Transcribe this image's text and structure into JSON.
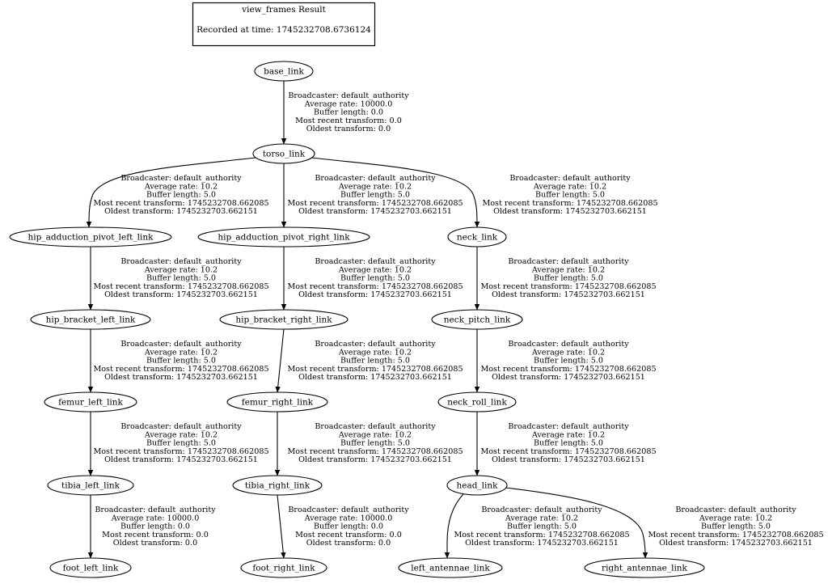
{
  "header": {
    "title": "view_frames Result",
    "recorded": "Recorded at time: 1745232708.6736124"
  },
  "nodes": [
    {
      "id": "base_link",
      "label": "base_link"
    },
    {
      "id": "torso_link",
      "label": "torso_link"
    },
    {
      "id": "hip_adduction_pivot_left_link",
      "label": "hip_adduction_pivot_left_link"
    },
    {
      "id": "hip_adduction_pivot_right_link",
      "label": "hip_adduction_pivot_right_link"
    },
    {
      "id": "neck_link",
      "label": "neck_link"
    },
    {
      "id": "hip_bracket_left_link",
      "label": "hip_bracket_left_link"
    },
    {
      "id": "hip_bracket_right_link",
      "label": "hip_bracket_right_link"
    },
    {
      "id": "neck_pitch_link",
      "label": "neck_pitch_link"
    },
    {
      "id": "femur_left_link",
      "label": "femur_left_link"
    },
    {
      "id": "femur_right_link",
      "label": "femur_right_link"
    },
    {
      "id": "neck_roll_link",
      "label": "neck_roll_link"
    },
    {
      "id": "tibia_left_link",
      "label": "tibia_left_link"
    },
    {
      "id": "tibia_right_link",
      "label": "tibia_right_link"
    },
    {
      "id": "head_link",
      "label": "head_link"
    },
    {
      "id": "foot_left_link",
      "label": "foot_left_link"
    },
    {
      "id": "foot_right_link",
      "label": "foot_right_link"
    },
    {
      "id": "left_antennae_link",
      "label": "left_antennae_link"
    },
    {
      "id": "right_antennae_link",
      "label": "right_antennae_link"
    }
  ],
  "edges": [
    {
      "from": "base_link",
      "to": "torso_link",
      "lines": [
        "Broadcaster: default_authority",
        "Average rate: 10000.0",
        "Buffer length: 0.0",
        "Most recent transform: 0.0",
        "Oldest transform: 0.0"
      ]
    },
    {
      "from": "torso_link",
      "to": "hip_adduction_pivot_left_link",
      "lines": [
        "Broadcaster: default_authority",
        "Average rate: 10.2",
        "Buffer length: 5.0",
        "Most recent transform: 1745232708.662085",
        "Oldest transform: 1745232703.662151"
      ]
    },
    {
      "from": "torso_link",
      "to": "hip_adduction_pivot_right_link",
      "lines": [
        "Broadcaster: default_authority",
        "Average rate: 10.2",
        "Buffer length: 5.0",
        "Most recent transform: 1745232708.662085",
        "Oldest transform: 1745232703.662151"
      ]
    },
    {
      "from": "torso_link",
      "to": "neck_link",
      "lines": [
        "Broadcaster: default_authority",
        "Average rate: 10.2",
        "Buffer length: 5.0",
        "Most recent transform: 1745232708.662085",
        "Oldest transform: 1745232703.662151"
      ]
    },
    {
      "from": "hip_adduction_pivot_left_link",
      "to": "hip_bracket_left_link",
      "lines": [
        "Broadcaster: default_authority",
        "Average rate: 10.2",
        "Buffer length: 5.0",
        "Most recent transform: 1745232708.662085",
        "Oldest transform: 1745232703.662151"
      ]
    },
    {
      "from": "hip_adduction_pivot_right_link",
      "to": "hip_bracket_right_link",
      "lines": [
        "Broadcaster: default_authority",
        "Average rate: 10.2",
        "Buffer length: 5.0",
        "Most recent transform: 1745232708.662085",
        "Oldest transform: 1745232703.662151"
      ]
    },
    {
      "from": "neck_link",
      "to": "neck_pitch_link",
      "lines": [
        "Broadcaster: default_authority",
        "Average rate: 10.2",
        "Buffer length: 5.0",
        "Most recent transform: 1745232708.662085",
        "Oldest transform: 1745232703.662151"
      ]
    },
    {
      "from": "hip_bracket_left_link",
      "to": "femur_left_link",
      "lines": [
        "Broadcaster: default_authority",
        "Average rate: 10.2",
        "Buffer length: 5.0",
        "Most recent transform: 1745232708.662085",
        "Oldest transform: 1745232703.662151"
      ]
    },
    {
      "from": "hip_bracket_right_link",
      "to": "femur_right_link",
      "lines": [
        "Broadcaster: default_authority",
        "Average rate: 10.2",
        "Buffer length: 5.0",
        "Most recent transform: 1745232708.662085",
        "Oldest transform: 1745232703.662151"
      ]
    },
    {
      "from": "neck_pitch_link",
      "to": "neck_roll_link",
      "lines": [
        "Broadcaster: default_authority",
        "Average rate: 10.2",
        "Buffer length: 5.0",
        "Most recent transform: 1745232708.662085",
        "Oldest transform: 1745232703.662151"
      ]
    },
    {
      "from": "femur_left_link",
      "to": "tibia_left_link",
      "lines": [
        "Broadcaster: default_authority",
        "Average rate: 10.2",
        "Buffer length: 5.0",
        "Most recent transform: 1745232708.662085",
        "Oldest transform: 1745232703.662151"
      ]
    },
    {
      "from": "femur_right_link",
      "to": "tibia_right_link",
      "lines": [
        "Broadcaster: default_authority",
        "Average rate: 10.2",
        "Buffer length: 5.0",
        "Most recent transform: 1745232708.662085",
        "Oldest transform: 1745232703.662151"
      ]
    },
    {
      "from": "neck_roll_link",
      "to": "head_link",
      "lines": [
        "Broadcaster: default_authority",
        "Average rate: 10.2",
        "Buffer length: 5.0",
        "Most recent transform: 1745232708.662085",
        "Oldest transform: 1745232703.662151"
      ]
    },
    {
      "from": "tibia_left_link",
      "to": "foot_left_link",
      "lines": [
        "Broadcaster: default_authority",
        "Average rate: 10000.0",
        "Buffer length: 0.0",
        "Most recent transform: 0.0",
        "Oldest transform: 0.0"
      ]
    },
    {
      "from": "tibia_right_link",
      "to": "foot_right_link",
      "lines": [
        "Broadcaster: default_authority",
        "Average rate: 10000.0",
        "Buffer length: 0.0",
        "Most recent transform: 0.0",
        "Oldest transform: 0.0"
      ]
    },
    {
      "from": "head_link",
      "to": "left_antennae_link",
      "lines": [
        "Broadcaster: default_authority",
        "Average rate: 10.2",
        "Buffer length: 5.0",
        "Most recent transform: 1745232708.662085",
        "Oldest transform: 1745232703.662151"
      ]
    },
    {
      "from": "head_link",
      "to": "right_antennae_link",
      "lines": [
        "Broadcaster: default_authority",
        "Average rate: 10.2",
        "Buffer length: 5.0",
        "Most recent transform: 1745232708.662085",
        "Oldest transform: 1745232703.662151"
      ]
    }
  ]
}
